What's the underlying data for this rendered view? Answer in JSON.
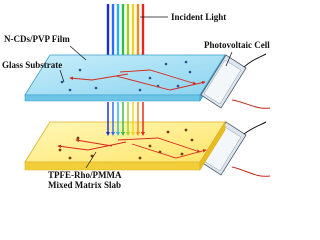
{
  "labels": {
    "incident_light": "Incident Light",
    "film": "N-CDs/PVP Film",
    "photovoltaic_cell": "Photovoltaic Cell",
    "glass_substrate": "Glass Substrate",
    "slab_line1": "TPFE-Rho/PMMA",
    "slab_line2": "Mixed Matrix Slab"
  },
  "colors": {
    "top_slab": "#9edcf2",
    "top_slab_side": "#6cc4e6",
    "bottom_slab": "#fff08a",
    "bottom_slab_side": "#f2cf3a",
    "cell_frame": "#4a5a6a",
    "arrow_red": "#d8271c",
    "wire_red": "#c0261b",
    "rays": [
      "#1f2bd6",
      "#2f6bff",
      "#22b7e8",
      "#2bbf4a",
      "#9fd21f",
      "#f2d21c",
      "#f58a1c",
      "#e6261c"
    ]
  },
  "icons": [
    "light-ray-icon",
    "scatter-arrow-icon",
    "particle-dot-icon",
    "wire-icon"
  ]
}
